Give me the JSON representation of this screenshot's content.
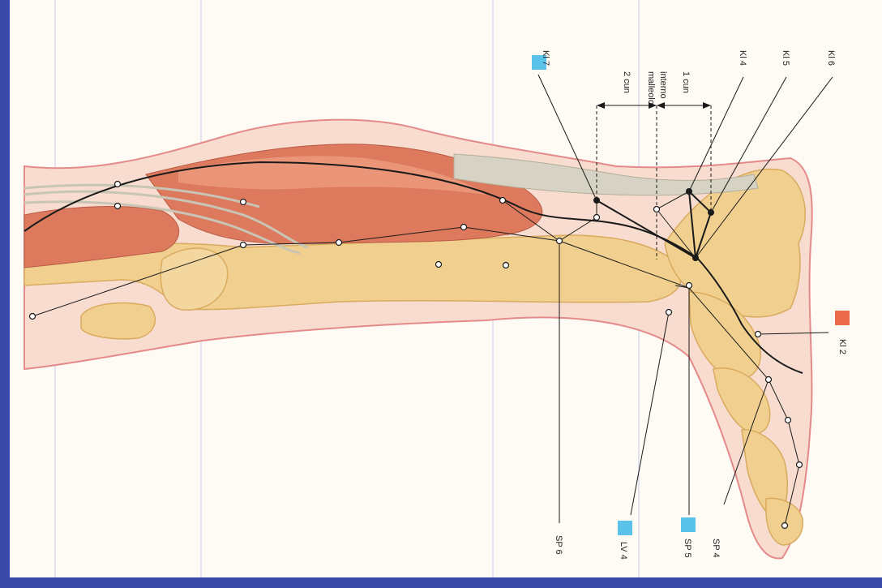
{
  "colors": {
    "frame": "#3b4aa8",
    "paper": "#fdfbf4",
    "guide_line": "#c8cbe8",
    "skin": "#f7dccf",
    "skin_outline": "#e58a8a",
    "bone": "#f0cf8f",
    "bone_shadow": "#d9ab5e",
    "muscle": "#dd7a5e",
    "muscle_light": "#ef9c7e",
    "tendon": "#d6d3c4",
    "meridian": "#1a1a1a",
    "marker_blue": "#5bc2ea",
    "marker_red": "#ec6a4c"
  },
  "labels": {
    "kl7": "Kl 7",
    "kl4": "Kl 4",
    "kl5": "Kl 5",
    "kl6": "Kl 6",
    "kl2": "Kl 2",
    "sp6": "SP 6",
    "lv4": "LV 4",
    "sp5": "SP 5",
    "sp4": "SP 4",
    "dist_2cun": "2 cun",
    "malleolo_line1": "malleolo",
    "malleolo_line2": "interno",
    "dist_1cun": "1 cun"
  },
  "markers": {
    "kl7": "blue-square",
    "lv4": "blue-square",
    "sp5": "blue-square",
    "kl2": "red-square"
  }
}
